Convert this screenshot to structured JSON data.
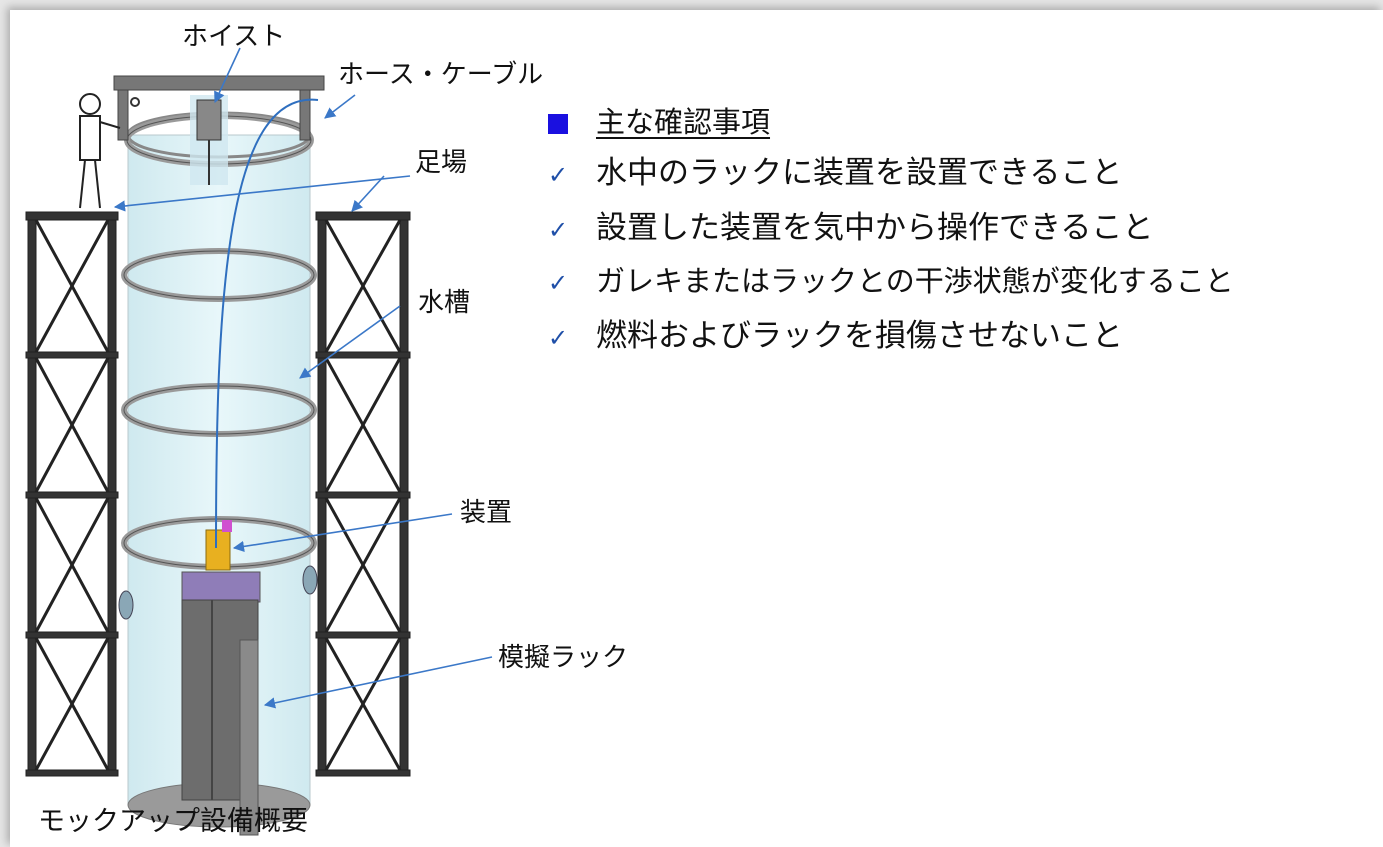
{
  "labels": {
    "hoist": "ホイスト",
    "hose_cable": "ホース・ケーブル",
    "scaffold": "足場",
    "water_tank": "水槽",
    "device": "装置",
    "mock_rack": "模擬ラック"
  },
  "caption": "モックアップ設備概要",
  "checklist": {
    "heading": "主な確認事項",
    "items": [
      "水中のラックに装置を設置できること",
      "設置した装置を気中から操作できること",
      "ガレキまたはラックとの干渉状態が変化すること",
      "燃料およびラックを損傷させないこと"
    ],
    "check_glyph": "✓"
  },
  "colors": {
    "tank_fill": "#dff2f6",
    "leader_line": "#3b78c8",
    "bullet": "#1a10e0",
    "check": "#1f4fa8"
  }
}
